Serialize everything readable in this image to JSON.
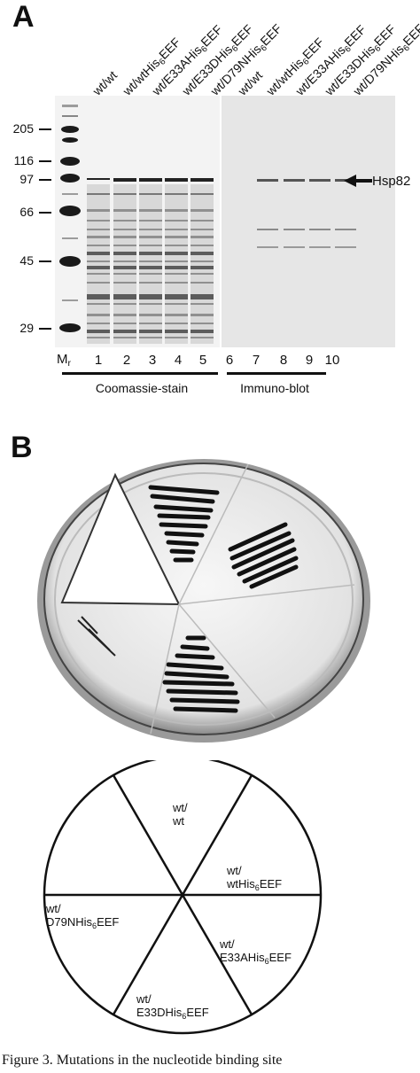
{
  "panel_a": {
    "letter": "A",
    "lane_labels": [
      {
        "pre": "wt/wt",
        "sub": "",
        "post": ""
      },
      {
        "pre": "wt/wtHis",
        "sub": "6",
        "post": "EEF"
      },
      {
        "pre": "wt/E33AHis",
        "sub": "6",
        "post": "EEF"
      },
      {
        "pre": "wt/E33DHis",
        "sub": "6",
        "post": "EEF"
      },
      {
        "pre": "wt/D79NHis",
        "sub": "6",
        "post": "EEF"
      },
      {
        "pre": "wt/wt",
        "sub": "",
        "post": ""
      },
      {
        "pre": "wt/wtHis",
        "sub": "6",
        "post": "EEF"
      },
      {
        "pre": "wt/E33AHis",
        "sub": "6",
        "post": "EEF"
      },
      {
        "pre": "wt/E33DHis",
        "sub": "6",
        "post": "EEF"
      },
      {
        "pre": "wt/D79NHis",
        "sub": "6",
        "post": "EEF"
      }
    ],
    "markers": [
      "205",
      "116",
      "97",
      "66",
      "45",
      "29"
    ],
    "mr_label": "M",
    "mr_sub": "r",
    "lane_numbers": [
      "1",
      "2",
      "3",
      "4",
      "5",
      "6",
      "7",
      "8",
      "9",
      "10"
    ],
    "band_label": "Hsp82",
    "group_left": "Coomassie-stain",
    "group_right": "Immuno-blot"
  },
  "panel_b": {
    "letter": "B",
    "sectors": [
      {
        "pre": "wt/",
        "line2": "wt",
        "sub": "",
        "post": ""
      },
      {
        "pre": "wt/",
        "line2": "wtHis",
        "sub": "6",
        "post": "EEF"
      },
      {
        "pre": "wt/",
        "line2": "E33AHis",
        "sub": "6",
        "post": "EEF"
      },
      {
        "pre": "wt/",
        "line2": "E33DHis",
        "sub": "6",
        "post": "EEF"
      },
      {
        "pre": "wt/",
        "line2": "D79NHis",
        "sub": "6",
        "post": "EEF"
      }
    ]
  },
  "caption": "Figure 3. Mutations in the nucleotide binding site"
}
